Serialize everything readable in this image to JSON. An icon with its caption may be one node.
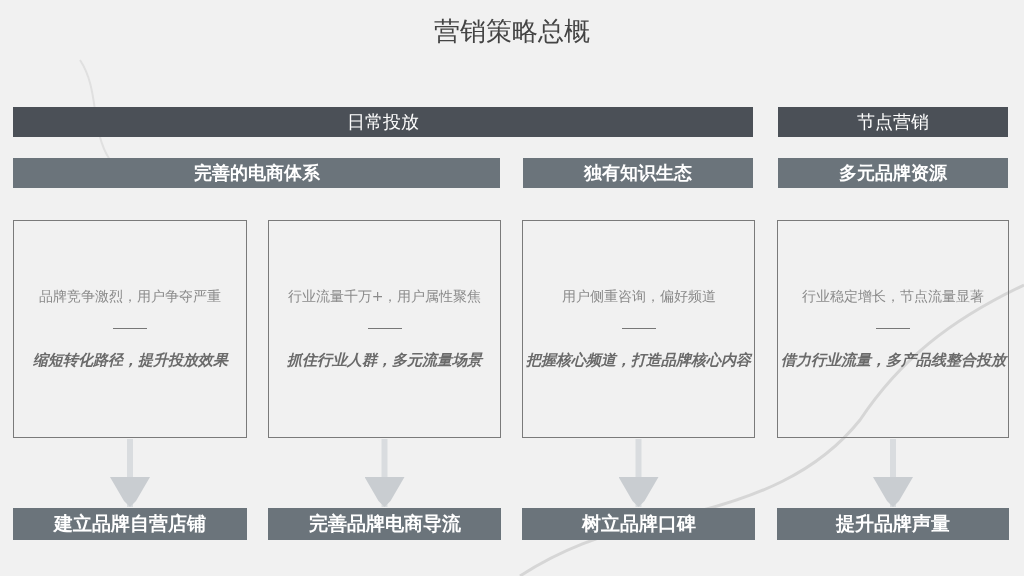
{
  "diagram": {
    "title": "营销策略总概",
    "nodes": [
      {
        "text": [
          "日常投放"
        ]
      },
      {
        "text": [
          "节点营销"
        ]
      },
      {
        "text": [
          "完善的电商体系"
        ]
      },
      {
        "text": [
          "独有知识生态"
        ]
      },
      {
        "text": [
          "多元品牌资源"
        ]
      },
      {
        "text": [
          "品牌竞争激烈，用户争夺严重",
          "缩短转化路径，提升投放效果"
        ]
      },
      {
        "text": [
          "行业流量千万+，用户属性聚焦",
          "抓住行业人群，多元流量场景"
        ]
      },
      {
        "text": [
          "用户侧重咨询，偏好频道",
          "把握核心频道，打造品牌核心内容"
        ]
      },
      {
        "text": [
          "行业稳定增长，节点流量显著",
          "借力行业流量，多产品线整合投放"
        ]
      },
      {
        "text": [
          "建立品牌自营店铺"
        ]
      },
      {
        "text": [
          "完善品牌电商导流"
        ]
      },
      {
        "text": [
          "树立品牌口碑"
        ]
      },
      {
        "text": [
          "提升品牌声量"
        ]
      }
    ],
    "edges": [
      {
        "from": 5,
        "to": 9,
        "arrow": "to"
      },
      {
        "from": 6,
        "to": 10,
        "arrow": "to"
      },
      {
        "from": 7,
        "to": 11,
        "arrow": "to"
      },
      {
        "from": 8,
        "to": 12,
        "arrow": "to"
      }
    ]
  }
}
